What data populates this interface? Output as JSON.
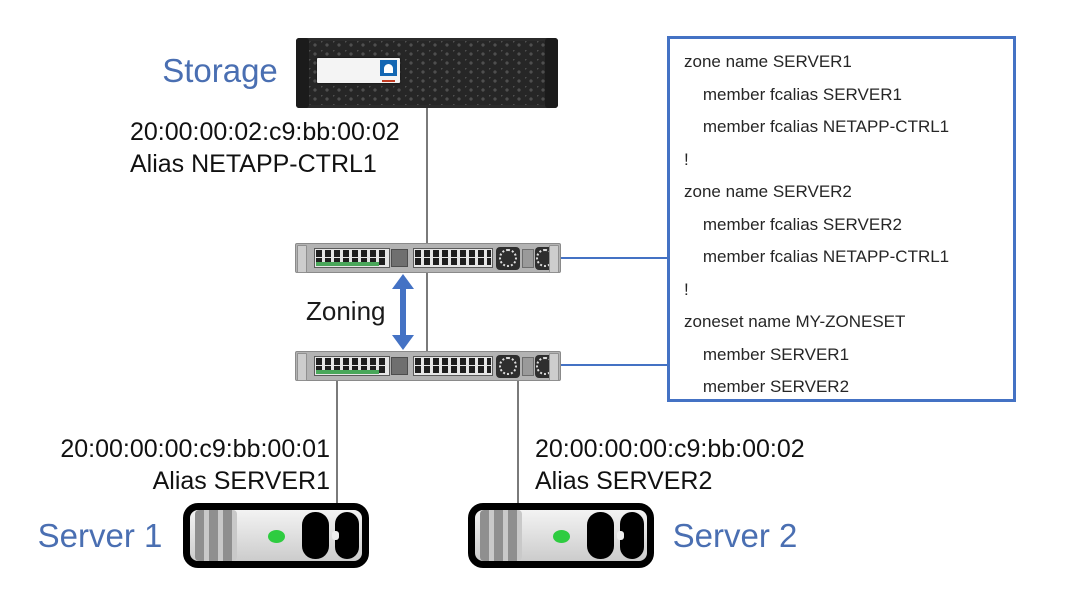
{
  "colors": {
    "accent_blue": "#4472C4",
    "heading_blue": "#4A6FB2",
    "line_gray": "#7a7a7a",
    "text_black": "#111111",
    "led_green": "#2ecc40"
  },
  "storage": {
    "label": "Storage",
    "wwn": "20:00:00:02:c9:bb:00:02",
    "alias": "Alias NETAPP-CTRL1"
  },
  "zoning": {
    "label": "Zoning"
  },
  "zone_config": {
    "lines": [
      "zone name SERVER1",
      "    member fcalias SERVER1",
      "    member fcalias NETAPP-CTRL1",
      "!",
      "zone name SERVER2",
      "    member fcalias SERVER2",
      "    member fcalias NETAPP-CTRL1",
      "!",
      "zoneset name MY-ZONESET",
      "    member SERVER1",
      "    member SERVER2"
    ]
  },
  "servers": [
    {
      "label": "Server 1",
      "wwn": "20:00:00:00:c9:bb:00:01",
      "alias": "Alias SERVER1"
    },
    {
      "label": "Server 2",
      "wwn": "20:00:00:00:c9:bb:00:02",
      "alias": "Alias SERVER2"
    }
  ]
}
